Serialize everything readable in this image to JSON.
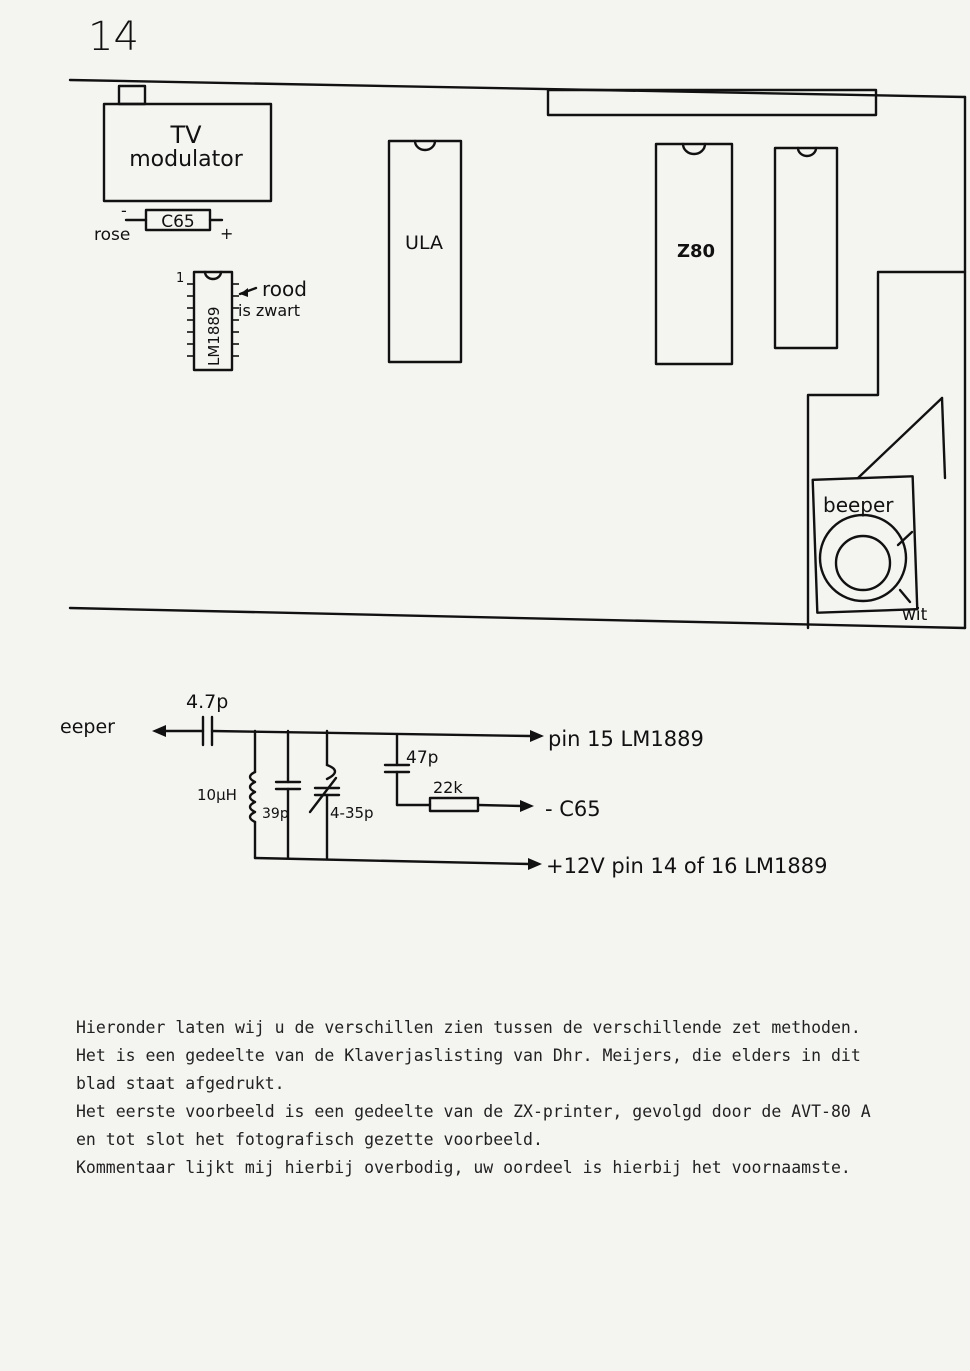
{
  "page_number": "14",
  "board": {
    "tv_modulator_line1": "TV",
    "tv_modulator_line2": "modulator",
    "c65_label": "C65",
    "rose_label": "rose",
    "c65_minus": "-",
    "c65_plus": "+",
    "lm1889_chip": "LM1889",
    "pin1_mark": "1",
    "rood_label": "rood",
    "zwart_label": "is zwart",
    "ula_label": "ULA",
    "z80_label": "Z80",
    "beeper_label": "beeper",
    "wit_label": "wit"
  },
  "circuit": {
    "beeper_label": "eeper",
    "cap1": "4.7p",
    "inductor": "10µH",
    "cap2": "39p",
    "trimmer": "4-35p",
    "cap3": "47p",
    "resistor": "22k",
    "out_pin15": "pin 15 LM1889",
    "out_c65": "- C65",
    "out_12v": "+12V pin 14 of 16 LM1889"
  },
  "paragraphs": [
    "Hieronder laten wij u de verschillen zien tussen de verschillende zet methoden.",
    "Het is een gedeelte van de Klaverjaslisting van Dhr. Meijers, die elders in dit blad staat afgedrukt.",
    "Het eerste voorbeeld is een gedeelte van de ZX-printer, gevolgd door de AVT-80 A en tot slot het fotografisch gezette voorbeeld.",
    "Kommentaar lijkt mij hierbij overbodig, uw oordeel is hierbij het voornaamste."
  ]
}
